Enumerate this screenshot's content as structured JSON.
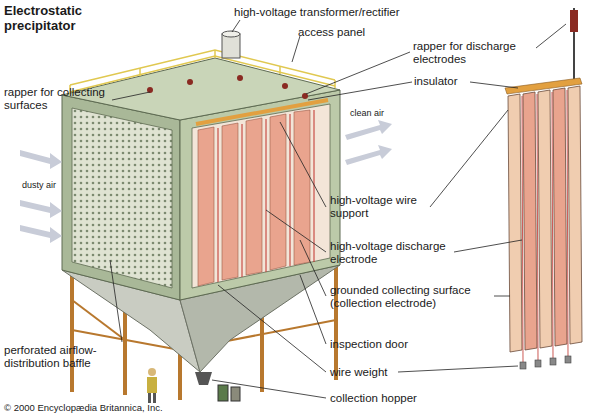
{
  "diagram": {
    "title": "Electrostatic precipitator",
    "labels": [
      "high-voltage transformer/rectifier",
      "access panel",
      "rapper for discharge electrodes",
      "insulator",
      "rapper for collecting surfaces",
      "clean air",
      "dusty air",
      "high-voltage wire support",
      "high-voltage discharge electrode",
      "grounded collecting surface (collection electrode)",
      "inspection door",
      "perforated airflow-distribution baffle",
      "wire weight",
      "collection hopper",
      "© 2000 Encyclopædia Britannica, Inc."
    ]
  }
}
